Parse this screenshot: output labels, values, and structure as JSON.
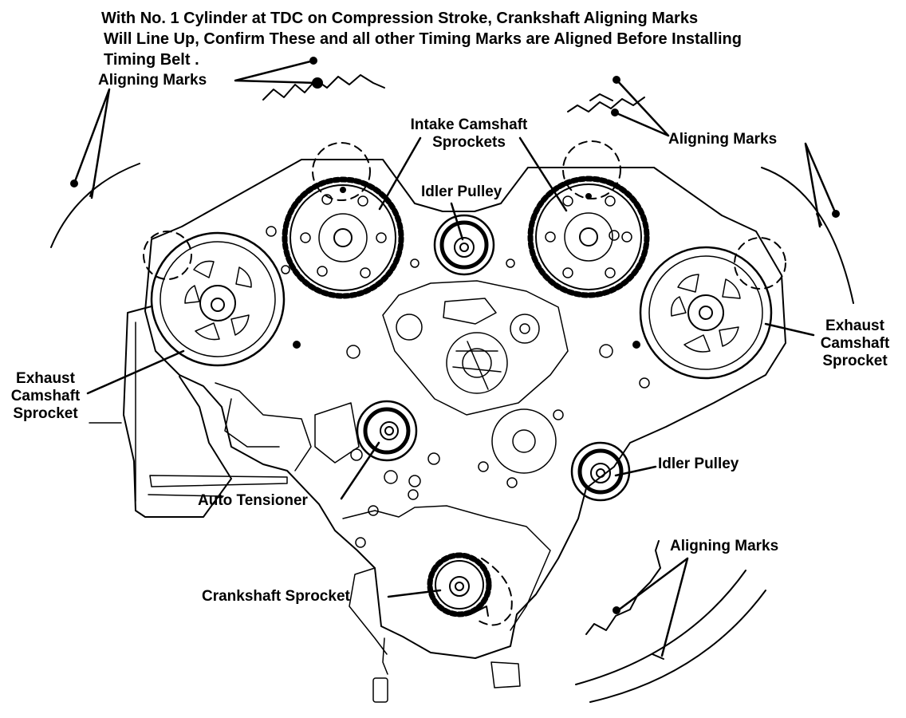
{
  "header": {
    "line1": "With No. 1 Cylinder at TDC on Compression Stroke, Crankshaft Aligning Marks",
    "line2": "Will Line Up, Confirm These and all other Timing Marks are Aligned Before Installing",
    "line3": "Timing Belt ."
  },
  "labels": {
    "aligning_marks_top_left": "Aligning Marks",
    "aligning_marks_top_right": "Aligning Marks",
    "aligning_marks_bottom_right": "Aligning Marks",
    "intake_camshaft_line1": "Intake Camshaft",
    "intake_camshaft_line2": "Sprockets",
    "idler_pulley_top": "Idler Pulley",
    "idler_pulley_right": "Idler Pulley",
    "exhaust_right_line1": "Exhaust",
    "exhaust_right_line2": "Camshaft",
    "exhaust_right_line3": "Sprocket",
    "exhaust_left_line1": "Exhaust",
    "exhaust_left_line2": "Camshaft",
    "exhaust_left_line3": "Sprocket",
    "auto_tensioner": "Auto Tensioner",
    "crankshaft_sprocket": "Crankshaft Sprocket"
  },
  "colors": {
    "ink": "#000000",
    "paper": "#ffffff"
  }
}
